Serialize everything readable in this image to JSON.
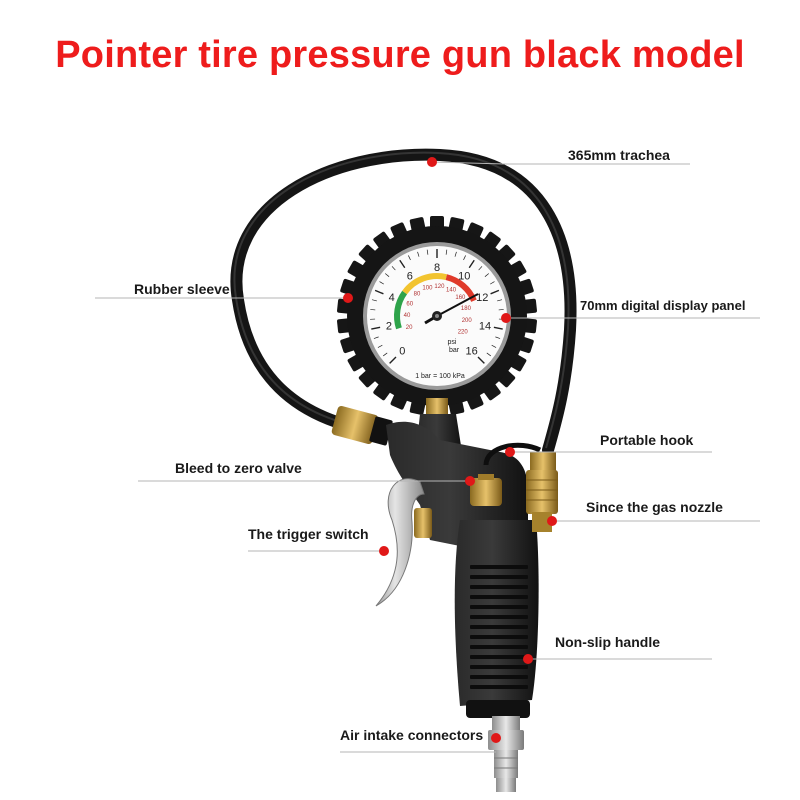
{
  "title": "Pointer tire pressure gun black model",
  "labels": {
    "trachea": "365mm trachea",
    "rubber_sleeve": "Rubber sleeve",
    "display_panel": "70mm digital display panel",
    "portable_hook": "Portable hook",
    "bleed_valve": "Bleed to zero valve",
    "gas_nozzle": "Since the gas nozzle",
    "trigger_switch": "The trigger switch",
    "handle": "Non-slip handle",
    "air_intake": "Air intake connectors"
  },
  "gauge": {
    "bar_ticks": [
      "0",
      "2",
      "4",
      "6",
      "8",
      "10",
      "12",
      "14",
      "16"
    ],
    "psi_ticks": [
      "20",
      "40",
      "60",
      "80",
      "100",
      "120",
      "140",
      "160",
      "180",
      "200",
      "220"
    ],
    "psi_label": "psi",
    "bar_label": "bar",
    "conversion": "1 bar = 100 kPa"
  },
  "colors": {
    "title": "#ee1c1c",
    "marker": "#e01818",
    "body": "#1c1c1c",
    "brass": "#c9a24a"
  }
}
